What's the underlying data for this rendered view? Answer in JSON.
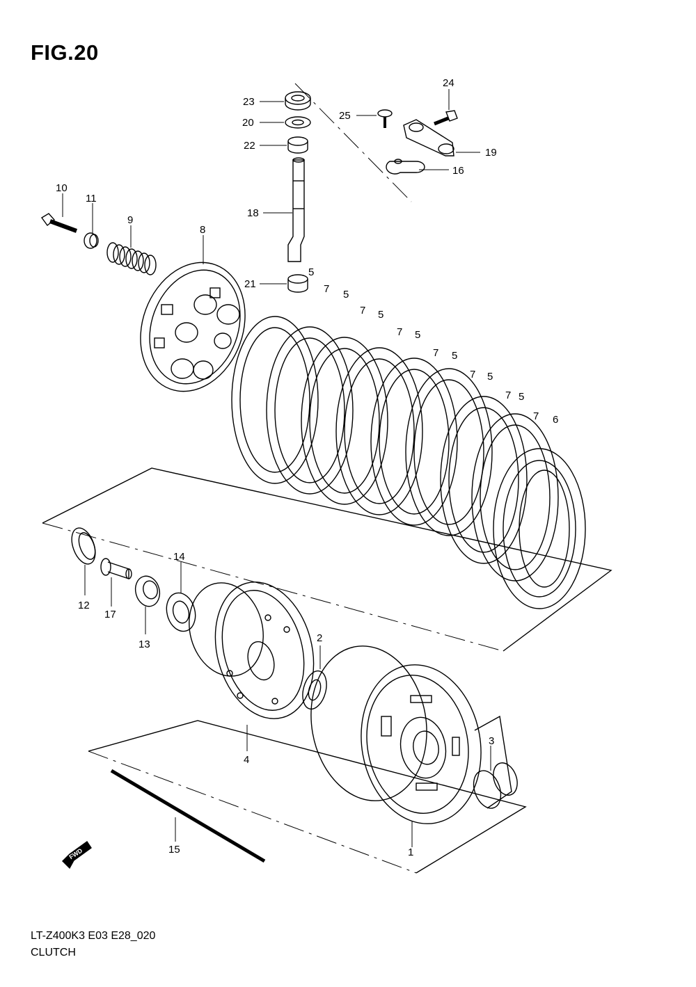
{
  "figure": {
    "title": "FIG.20",
    "model_code": "LT-Z400K3 E03 E28_020",
    "section_name": "CLUTCH",
    "direction_label": "FWD"
  },
  "callouts": [
    "1",
    "2",
    "3",
    "4",
    "5",
    "5",
    "5",
    "5",
    "5",
    "5",
    "5",
    "6",
    "7",
    "7",
    "7",
    "7",
    "7",
    "7",
    "7",
    "8",
    "9",
    "10",
    "11",
    "12",
    "13",
    "14",
    "15",
    "16",
    "17",
    "18",
    "19",
    "20",
    "21",
    "22",
    "23",
    "24",
    "25"
  ]
}
